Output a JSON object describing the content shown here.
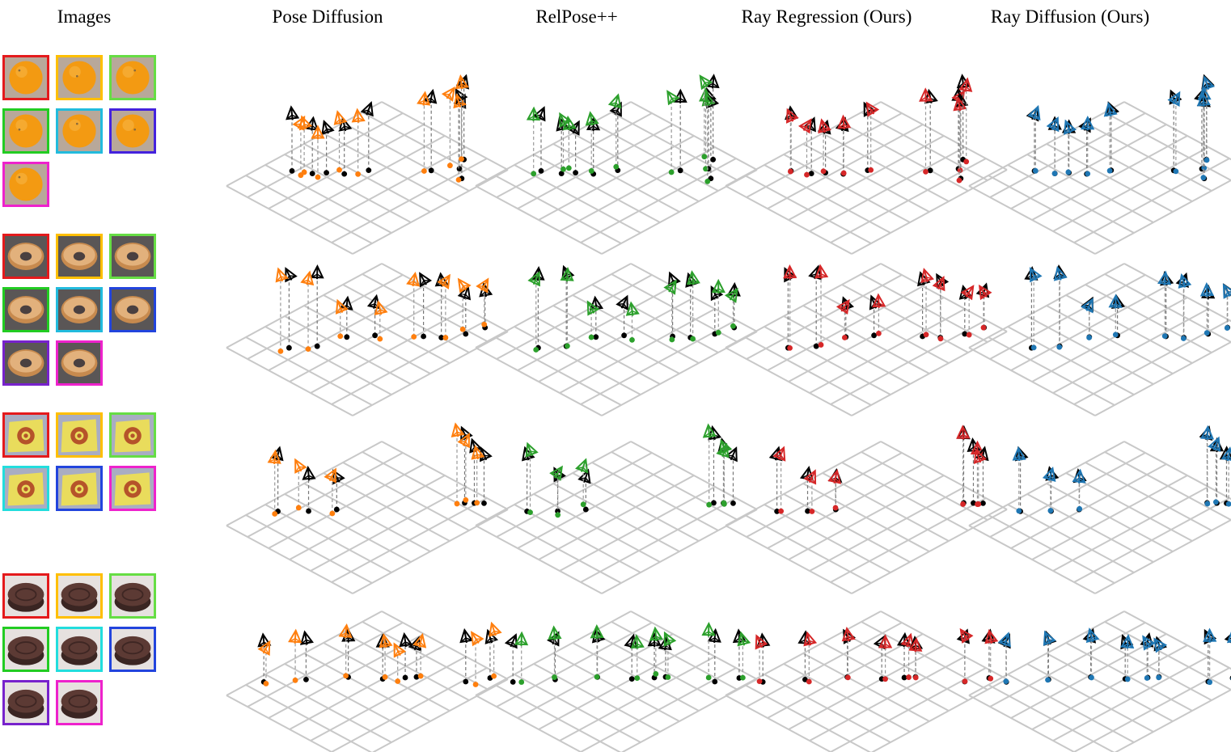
{
  "columns": [
    {
      "title": "Images"
    },
    {
      "title": "Pose Diffusion",
      "color": "#ff7f0e"
    },
    {
      "title": "RelPose++",
      "color": "#2ca02c"
    },
    {
      "title": "Ray Regression (Ours)",
      "color": "#d62728"
    },
    {
      "title": "Ray Diffusion (Ours)",
      "color": "#1f77b4"
    }
  ],
  "ground_truth_color": "#000000",
  "border_palette": [
    "#e41a1c",
    "#ffbf00",
    "#66dd44",
    "#22cc22",
    "#22bbdd",
    "#2244dd",
    "#7722cc",
    "#ee22cc"
  ],
  "rows": [
    {
      "object": "orange",
      "image_count": 7,
      "image_borders": [
        "#e41a1c",
        "#ffbf00",
        "#66dd44",
        "#22cc22",
        "#22bbdd",
        "#4422dd",
        "#ee22cc"
      ]
    },
    {
      "object": "donut",
      "image_count": 8,
      "image_borders": [
        "#e41a1c",
        "#ffbf00",
        "#66dd44",
        "#22cc22",
        "#22bbdd",
        "#2244dd",
        "#7722cc",
        "#ee22cc"
      ]
    },
    {
      "object": "sunflower-paper",
      "image_count": 6,
      "image_borders": [
        "#e41a1c",
        "#ffbf00",
        "#66dd44",
        "#22dddd",
        "#2244dd",
        "#ee22cc"
      ]
    },
    {
      "object": "cookie",
      "image_count": 8,
      "image_borders": [
        "#e41a1c",
        "#ffbf00",
        "#66dd44",
        "#22cc22",
        "#22dddd",
        "#2244dd",
        "#7722cc",
        "#ee22cc"
      ]
    }
  ]
}
